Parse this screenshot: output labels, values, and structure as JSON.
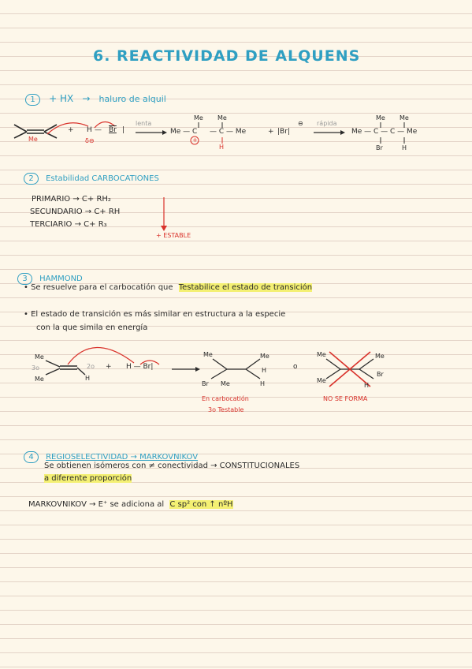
{
  "title": "6. REACTIVIDAD DE ALQUENS",
  "s1": {
    "num": "1",
    "head_reagent": "+ HX",
    "head_arrow": "→",
    "head_product": "haluro de alquil",
    "eq": {
      "me_left": "Me",
      "plus1": "+",
      "h": "H",
      "dash": "—",
      "br": "Br",
      "bar": "|",
      "partial_neg": "δ⊖",
      "label_slow": "lenta",
      "carbocation_left": "Me — C",
      "cc": "— C — Me",
      "me_top1": "Me",
      "me_top2": "Me",
      "h_below": "H",
      "charge_plus": "+",
      "plus2": "+",
      "bromide": "|Br|",
      "charge_neg": "⊖",
      "label_fast": "rápida",
      "product": "Me — C — C — Me",
      "prod_top1": "Me",
      "prod_top2": "Me",
      "prod_br": "Br",
      "prod_h": "H"
    }
  },
  "s2": {
    "num": "2",
    "head": "Estabilidad CARBOCATIONES",
    "lines": [
      "PRIMARIO → C+ RH₂",
      "SECUNDARIO → C+ RH",
      "TERCIARIO → C+ R₃"
    ],
    "stable_label": "+ ESTABLE"
  },
  "s3": {
    "num": "3",
    "head": "HAMMOND",
    "bullet1_pre": "• Se resuelve para el carbocatión que",
    "bullet1_hl": "Testabilice el estado de transición",
    "bullet2_l1": "• El estado de transición es más similar en estructura a la especie",
    "bullet2_l2": "con la que simila en energía",
    "mol": {
      "me1": "Me",
      "me2": "Me",
      "h1": "H",
      "label_30": "3o",
      "label_20": "2o",
      "plus": "+",
      "hbr": "H — Br|",
      "br": "Br",
      "me_a": "Me",
      "me_b": "Me",
      "me_c": "Me",
      "h_a": "H",
      "h_b": "H",
      "o_sep": "o",
      "me_d": "Me",
      "me_e": "Me",
      "me_f": "Me",
      "br_b": "Br",
      "h_c": "H"
    },
    "caption_l1": "En carbocatión",
    "caption_l2": "3o Testable",
    "no_form": "NO SE FORMA"
  },
  "s4": {
    "num": "4",
    "head": "REGIOSELECTIVIDAD → MARKOVNIKOV",
    "line1": "Se obtienen isómeros con ≠ conectividad → CONSTITUCIONALES",
    "line2": "a diferente proporción",
    "line3_pre": "MARKOVNIKOV → E⁺ se adiciona al",
    "line3_hl": "C sp² con ↑ nºH"
  }
}
